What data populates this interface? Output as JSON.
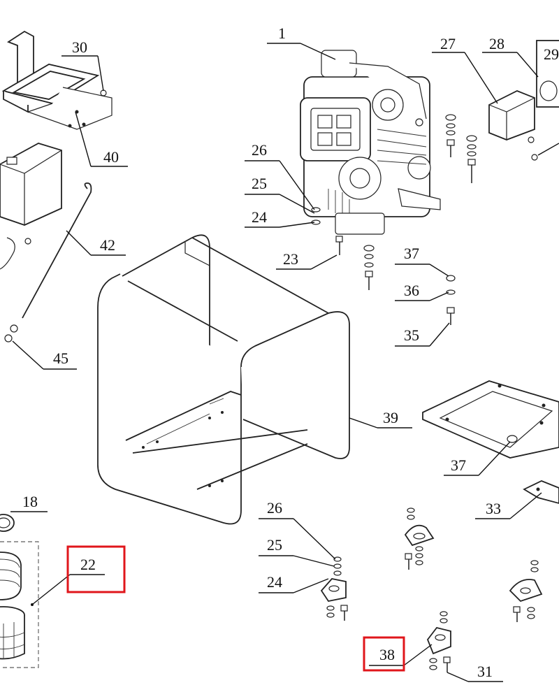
{
  "diagram": {
    "callouts": [
      {
        "id": "c1",
        "label": "1"
      },
      {
        "id": "c27",
        "label": "27"
      },
      {
        "id": "c28",
        "label": "28"
      },
      {
        "id": "c29",
        "label": "29"
      },
      {
        "id": "c30",
        "label": "30"
      },
      {
        "id": "c40",
        "label": "40"
      },
      {
        "id": "c26a",
        "label": "26"
      },
      {
        "id": "c25a",
        "label": "25"
      },
      {
        "id": "c24a",
        "label": "24"
      },
      {
        "id": "c23",
        "label": "23"
      },
      {
        "id": "c42",
        "label": "42"
      },
      {
        "id": "c37a",
        "label": "37"
      },
      {
        "id": "c36",
        "label": "36"
      },
      {
        "id": "c35",
        "label": "35"
      },
      {
        "id": "c45",
        "label": "45"
      },
      {
        "id": "c39",
        "label": "39"
      },
      {
        "id": "c37b",
        "label": "37"
      },
      {
        "id": "c33",
        "label": "33"
      },
      {
        "id": "c18",
        "label": "18"
      },
      {
        "id": "c26b",
        "label": "26"
      },
      {
        "id": "c25b",
        "label": "25"
      },
      {
        "id": "c24b",
        "label": "24"
      },
      {
        "id": "c22",
        "label": "22"
      },
      {
        "id": "c38",
        "label": "38"
      },
      {
        "id": "c31",
        "label": "31"
      }
    ],
    "highlighted": [
      "22",
      "38"
    ],
    "highlight_color": "#e0161b"
  }
}
